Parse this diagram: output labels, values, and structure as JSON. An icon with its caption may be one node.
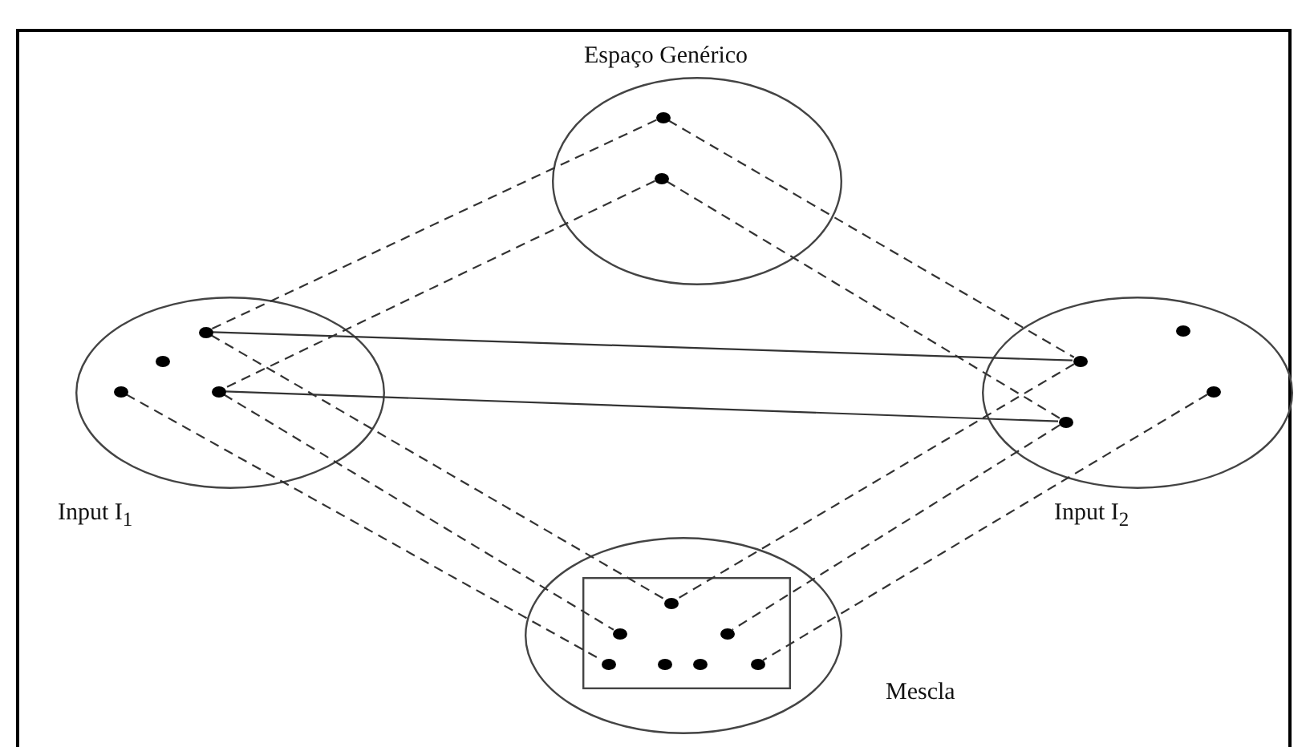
{
  "diagram": {
    "nodes": [
      {
        "text": [
          "Espaço Genérico"
        ]
      },
      {
        "text": [],
        "shape": "circle",
        "in": 0
      },
      {
        "text": [],
        "shape": "circle",
        "in": 0
      },
      {
        "text": [
          "Input I$_{1}$"
        ]
      },
      {
        "text": [],
        "shape": "circle",
        "in": 3
      },
      {
        "text": [],
        "shape": "circle",
        "in": 3
      },
      {
        "text": [],
        "shape": "circle",
        "in": 3
      },
      {
        "text": [],
        "shape": "circle",
        "in": 3
      },
      {
        "text": [
          "Input I$_{2}$"
        ]
      },
      {
        "text": [],
        "shape": "circle",
        "in": 8
      },
      {
        "text": [],
        "shape": "circle",
        "in": 8
      },
      {
        "text": [],
        "shape": "circle",
        "in": 8
      },
      {
        "text": [],
        "shape": "circle",
        "in": 8
      },
      {
        "text": [
          "Mescla"
        ]
      },
      {
        "text": [],
        "shape": "box",
        "in": 13
      },
      {
        "text": [],
        "shape": "circle",
        "in": 14
      },
      {
        "text": [],
        "shape": "circle",
        "in": 14
      },
      {
        "text": [],
        "shape": "circle",
        "in": 14
      },
      {
        "text": [],
        "shape": "circle",
        "in": 14
      },
      {
        "text": [],
        "shape": "circle",
        "in": 14
      },
      {
        "text": [],
        "shape": "circle",
        "in": 14
      },
      {
        "text": [],
        "shape": "circle",
        "in": 14
      }
    ],
    "edges": [
      {
        "from": 4,
        "to": 10,
        "arrow": "none"
      },
      {
        "from": 7,
        "to": 12,
        "arrow": "none"
      },
      {
        "from": 1,
        "to": 4,
        "arrow": "none",
        "style": "dashed"
      },
      {
        "from": 1,
        "to": 10,
        "arrow": "none",
        "style": "dashed"
      },
      {
        "from": 2,
        "to": 7,
        "arrow": "none",
        "style": "dashed"
      },
      {
        "from": 2,
        "to": 12,
        "arrow": "none",
        "style": "dashed"
      },
      {
        "from": 4,
        "to": 15,
        "arrow": "none",
        "style": "dashed"
      },
      {
        "from": 7,
        "to": 16,
        "arrow": "none",
        "style": "dashed"
      },
      {
        "from": 6,
        "to": 18,
        "arrow": "none",
        "style": "dashed"
      },
      {
        "from": 10,
        "to": 15,
        "arrow": "none",
        "style": "dashed"
      },
      {
        "from": 12,
        "to": 17,
        "arrow": "none",
        "style": "dashed"
      },
      {
        "from": 11,
        "to": 21,
        "arrow": "none",
        "style": "dashed"
      }
    ]
  }
}
